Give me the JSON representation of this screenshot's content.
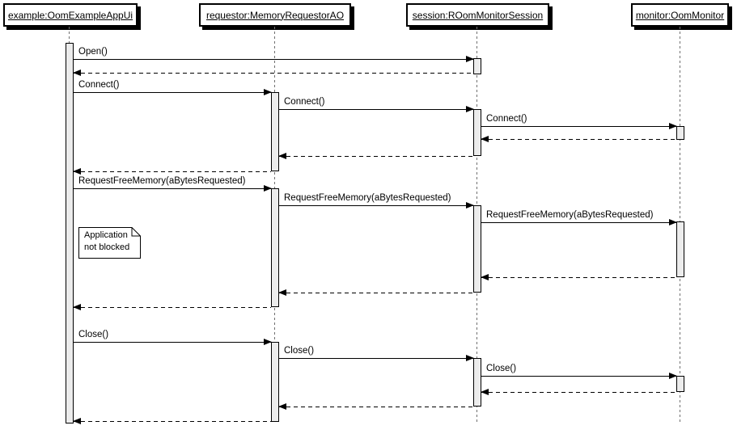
{
  "diagram_type": "uml-sequence-diagram",
  "participants": [
    {
      "id": "example",
      "label": "example:OomExampleAppUi"
    },
    {
      "id": "requestor",
      "label": "requestor:MemoryRequestorAO"
    },
    {
      "id": "session",
      "label": "session:ROomMonitorSession"
    },
    {
      "id": "monitor",
      "label": "monitor:OomMonitor"
    }
  ],
  "messages": [
    {
      "type": "call",
      "label": "Open()",
      "from": "example",
      "to": "session"
    },
    {
      "type": "return",
      "label": "",
      "from": "session",
      "to": "example"
    },
    {
      "type": "call",
      "label": "Connect()",
      "from": "example",
      "to": "requestor"
    },
    {
      "type": "call",
      "label": "Connect()",
      "from": "requestor",
      "to": "session"
    },
    {
      "type": "call",
      "label": "Connect()",
      "from": "session",
      "to": "monitor"
    },
    {
      "type": "return",
      "label": "",
      "from": "monitor",
      "to": "session"
    },
    {
      "type": "return",
      "label": "",
      "from": "session",
      "to": "requestor"
    },
    {
      "type": "return",
      "label": "",
      "from": "requestor",
      "to": "example"
    },
    {
      "type": "call",
      "label": "RequestFreeMemory(aBytesRequested)",
      "from": "example",
      "to": "requestor"
    },
    {
      "type": "call",
      "label": "RequestFreeMemory(aBytesRequested)",
      "from": "requestor",
      "to": "session"
    },
    {
      "type": "call",
      "label": "RequestFreeMemory(aBytesRequested)",
      "from": "session",
      "to": "monitor"
    },
    {
      "type": "return",
      "label": "",
      "from": "monitor",
      "to": "session"
    },
    {
      "type": "return",
      "label": "",
      "from": "session",
      "to": "requestor"
    },
    {
      "type": "return",
      "label": "",
      "from": "requestor",
      "to": "example"
    },
    {
      "type": "call",
      "label": "Close()",
      "from": "example",
      "to": "requestor"
    },
    {
      "type": "call",
      "label": "Close()",
      "from": "requestor",
      "to": "session"
    },
    {
      "type": "call",
      "label": "Close()",
      "from": "session",
      "to": "monitor"
    },
    {
      "type": "return",
      "label": "",
      "from": "monitor",
      "to": "session"
    },
    {
      "type": "return",
      "label": "",
      "from": "session",
      "to": "requestor"
    },
    {
      "type": "return",
      "label": "",
      "from": "requestor",
      "to": "example"
    }
  ],
  "note": {
    "line1": "Application",
    "line2": "not blocked"
  },
  "colors": {
    "line": "#000000",
    "activation_fill": "#ececec",
    "lifeline": "#707070",
    "background": "#ffffff",
    "box_shadow": "#000000"
  }
}
